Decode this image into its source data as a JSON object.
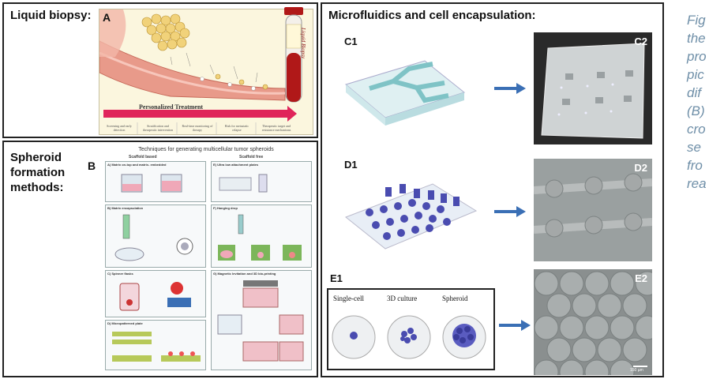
{
  "panels": {
    "liquid_biopsy": {
      "title": "Liquid biopsy:",
      "letter": "A",
      "banner": "Personalized Treatment",
      "tube_label": "Liquid Biopsy",
      "steps": [
        "Screening and early detection",
        "Stratification and therapeutic intervention",
        "Real-time monitoring of therapy",
        "Risk for metastatic relapse",
        "Therapeutic target and resistance mechanisms"
      ]
    },
    "spheroid": {
      "title_lines": [
        "Spheroid",
        "formation",
        "methods:"
      ],
      "letter": "B",
      "figure_title": "Techniques for generating multicellular tumor spheroids",
      "col_left": "Scaffold based",
      "col_right": "Scaffold free",
      "subpanels": [
        "A) Matrix on-top and matrix- embedded",
        "B) Matrix encapsulation",
        "C) Spinner flasks",
        "D) Micropatterned plate",
        "E) Ultra low attachment plates",
        "F) Hanging drop",
        "G) Magnetic levitation and 3D bio-printing"
      ]
    },
    "microfluidics": {
      "title": "Microfluidics and cell encapsulation:",
      "labels": {
        "c1": "C1",
        "c2": "C2",
        "d1": "D1",
        "d2": "D2",
        "e1": "E1",
        "e2": "E2"
      },
      "e1_captions": [
        "Single-cell",
        "3D culture",
        "Spheroid"
      ],
      "scale_bar": "150 µm"
    }
  },
  "caption_lines": [
    "Fig",
    "the",
    "pro",
    "pic",
    "dif",
    "(B)",
    "cro",
    "se",
    "fro",
    "rea"
  ],
  "colors": {
    "caption": "#6f8fa8",
    "arrow": "#3a6fb5",
    "banner": "#e0245a",
    "vessel": "#e89a8a",
    "tube_blood": "#b01818",
    "spheroid_blue": "#4a4cb0",
    "chip": "#9fd7d8"
  }
}
